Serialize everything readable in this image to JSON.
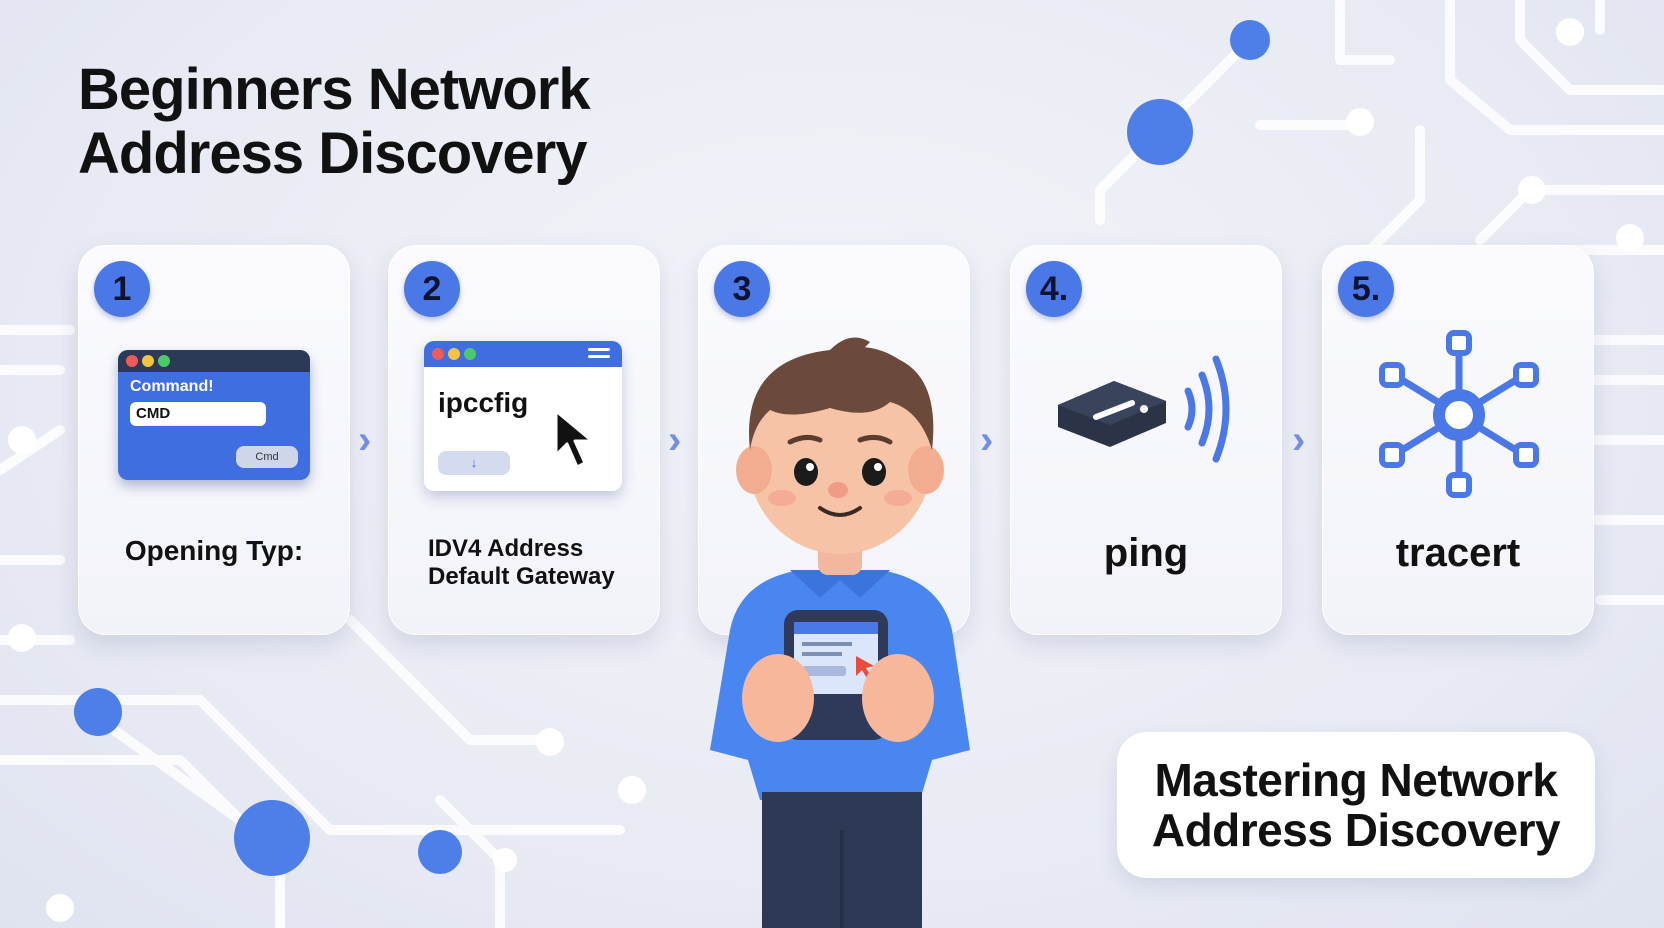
{
  "title": {
    "line1": "Beginners Network",
    "line2": "Address Discovery"
  },
  "steps": [
    {
      "number": "1",
      "label": "Opening  Typ:",
      "window_title": "Command!",
      "field_text": "CMD",
      "button_text": "Cmd"
    },
    {
      "number": "2",
      "label_line1": "IDV4 Address",
      "label_line2": "Default Gateway",
      "command_text": "ipccfig",
      "button_text": "↓"
    },
    {
      "number": "3"
    },
    {
      "number": "4.",
      "label": "ping"
    },
    {
      "number": "5.",
      "label": "tracert"
    }
  ],
  "arrows": [
    "›",
    "›",
    "›",
    "›"
  ],
  "badge": {
    "line1": "Mastering Network",
    "line2": "Address Discovery"
  },
  "colors": {
    "accent": "#4a78e6",
    "dark": "#2d3a55",
    "bg": "#eceef6"
  },
  "icons": [
    "terminal-window-icon",
    "cursor-arrow-icon",
    "router-icon",
    "wifi-signal-icon",
    "network-hub-icon"
  ]
}
